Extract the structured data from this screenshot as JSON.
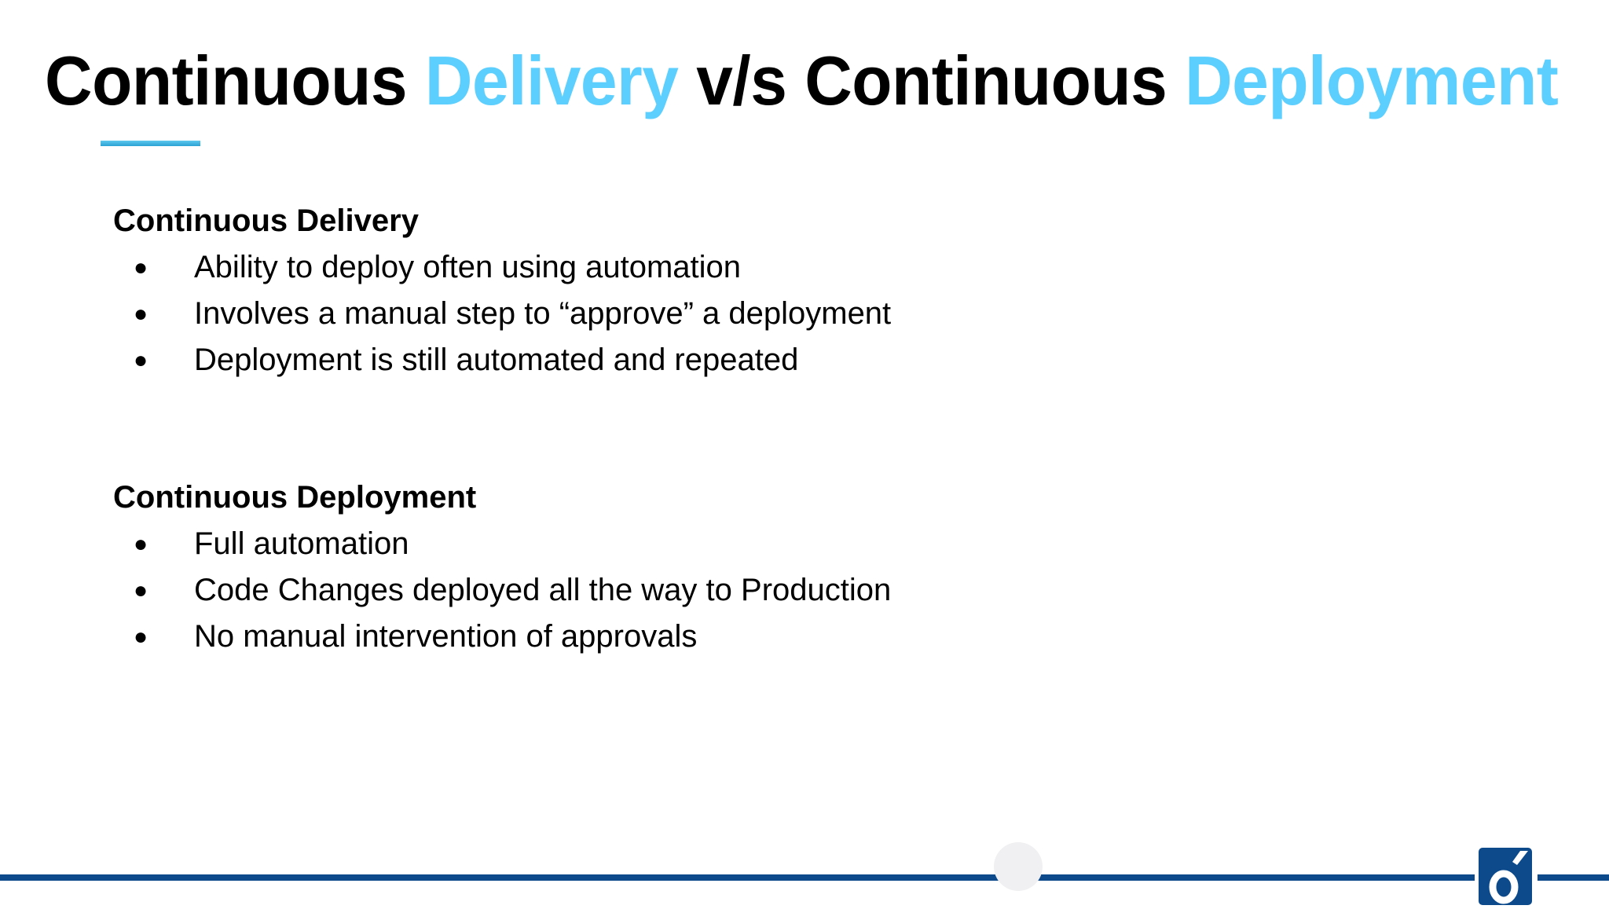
{
  "title": {
    "part1": "Continuous ",
    "part2": "Delivery",
    "part3": " v/s Continuous ",
    "part4": "Deployment"
  },
  "colors": {
    "accent": "#5ccfff",
    "footer_line": "#0c4a8c"
  },
  "sections": [
    {
      "heading": "Continuous Delivery",
      "items": [
        "Ability to deploy often using automation",
        "Involves a manual step to “approve” a deployment",
        "Deployment is still automated and repeated"
      ]
    },
    {
      "heading": "Continuous Deployment",
      "items": [
        "Full automation",
        "Code Changes deployed all the way to Production",
        "No manual intervention of approvals"
      ]
    }
  ],
  "bullet": "●",
  "logo": {
    "icon": "brand-logo-o-acute"
  }
}
